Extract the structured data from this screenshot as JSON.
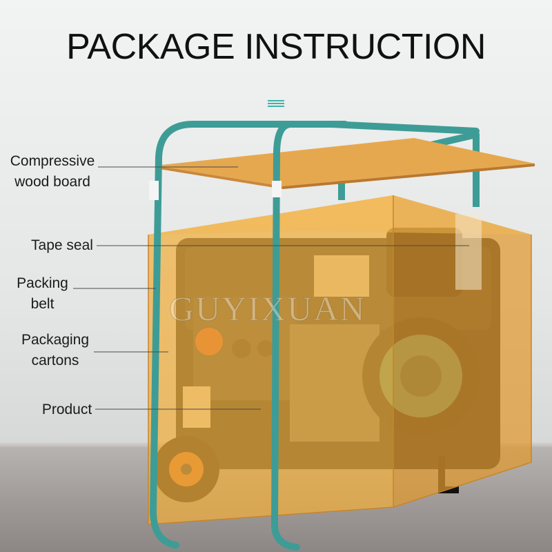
{
  "title": "PACKAGE INSTRUCTION",
  "watermark": "GUYIXUAN",
  "labels": {
    "wood_board": "Compressive\nwood board",
    "tape_seal": "Tape seal",
    "packing_belt": "Packing\nbelt",
    "cartons": "Packaging\ncartons",
    "product": "Product"
  },
  "colors": {
    "carton": "#e8a435",
    "board": "#e6a84f",
    "belt": "#3e9c96",
    "accent_icon": "#3fb3a8"
  },
  "icons": [
    "stack-icon"
  ]
}
